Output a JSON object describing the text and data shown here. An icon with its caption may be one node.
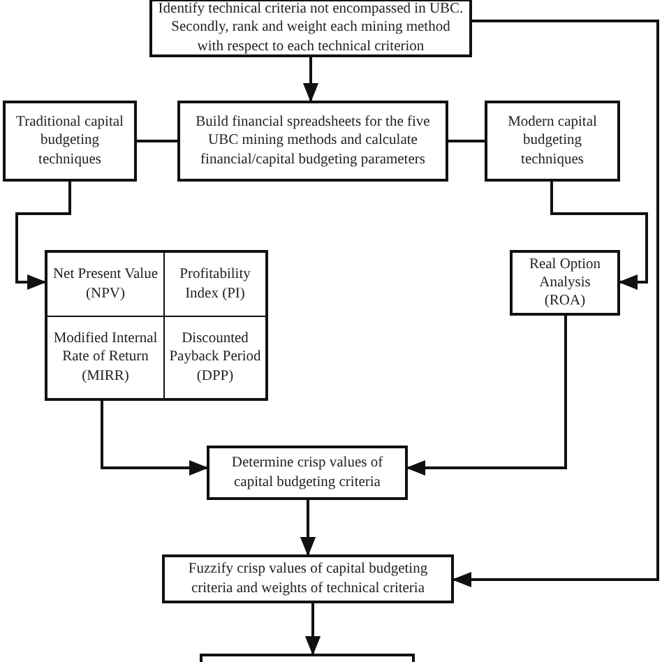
{
  "diagram": {
    "nodes": [
      {
        "text": [
          "Identify technical criteria not encompassed in UBC. Secondly, rank and weight each mining method with respect to each technical criterion"
        ]
      },
      {
        "text": [
          "Traditional capital budgeting techniques"
        ]
      },
      {
        "text": [
          "Build financial spreadsheets for the five UBC mining methods and calculate financial/capital budgeting parameters"
        ]
      },
      {
        "text": [
          "Modern capital budgeting techniques"
        ]
      },
      {
        "text": [],
        "shape": "box"
      },
      {
        "text": [
          "Net Present Value (NPV)"
        ],
        "in": 4
      },
      {
        "text": [
          "Profitability Index (PI)"
        ],
        "in": 4
      },
      {
        "text": [
          "Modified Internal Rate of Return (MIRR)"
        ],
        "in": 4
      },
      {
        "text": [
          "Discounted Payback Period (DPP)"
        ],
        "in": 4
      },
      {
        "text": [
          "Real Option Analysis (ROA)"
        ]
      },
      {
        "text": [
          "Determine crisp values of capital budgeting criteria"
        ]
      },
      {
        "text": [
          "Fuzzify crisp values of capital budgeting criteria and weights of technical criteria"
        ]
      },
      {
        "text": [],
        "shape": "box"
      }
    ],
    "edges": [
      {
        "from": 0,
        "to": 2,
        "arrow": "to"
      },
      {
        "from": 1,
        "to": 2,
        "arrow": "none"
      },
      {
        "from": 2,
        "to": 3,
        "arrow": "none"
      },
      {
        "from": 1,
        "to": 4,
        "arrow": "to"
      },
      {
        "from": 3,
        "to": 9,
        "arrow": "to"
      },
      {
        "from": 4,
        "to": 10,
        "arrow": "to"
      },
      {
        "from": 9,
        "to": 10,
        "arrow": "to"
      },
      {
        "from": 10,
        "to": 11,
        "arrow": "to"
      },
      {
        "from": 0,
        "to": 11,
        "arrow": "to"
      },
      {
        "from": 11,
        "to": 12,
        "arrow": "to"
      }
    ]
  }
}
